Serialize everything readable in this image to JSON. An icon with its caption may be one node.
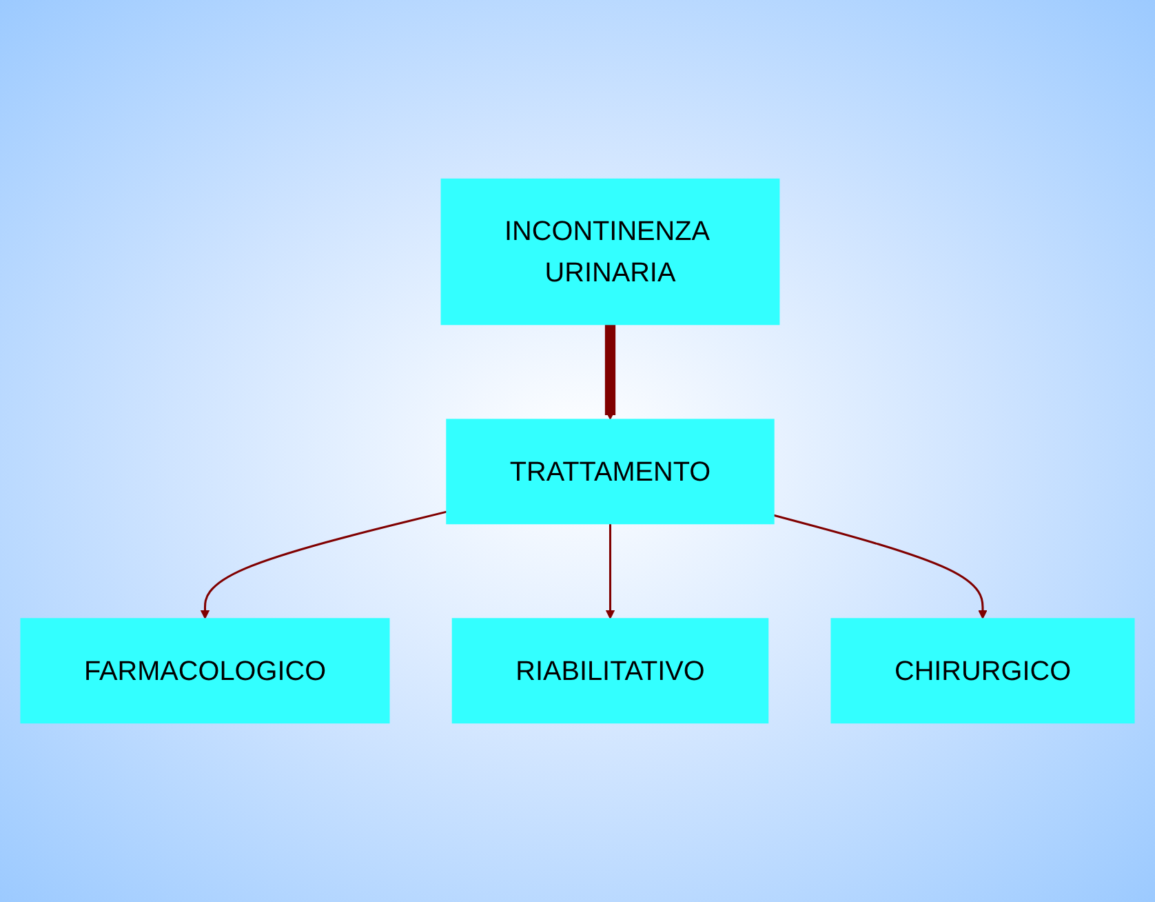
{
  "diagram": {
    "nodes": [
      {
        "text": [
          "INCONTINENZA URINARIA"
        ]
      },
      {
        "text": [
          "TRATTAMENTO"
        ]
      },
      {
        "text": [
          "FARMACOLOGICO"
        ]
      },
      {
        "text": [
          "CHIRURGICO"
        ]
      },
      {
        "text": [
          "RIABILITATIVO"
        ]
      }
    ],
    "edges": [
      {
        "from": 0,
        "to": 1,
        "arrow": "to",
        "style": "thick"
      },
      {
        "from": 1,
        "to": 2,
        "arrow": "to"
      },
      {
        "from": 1,
        "to": 4,
        "arrow": "to"
      },
      {
        "from": 1,
        "to": 3,
        "arrow": "to"
      }
    ]
  }
}
